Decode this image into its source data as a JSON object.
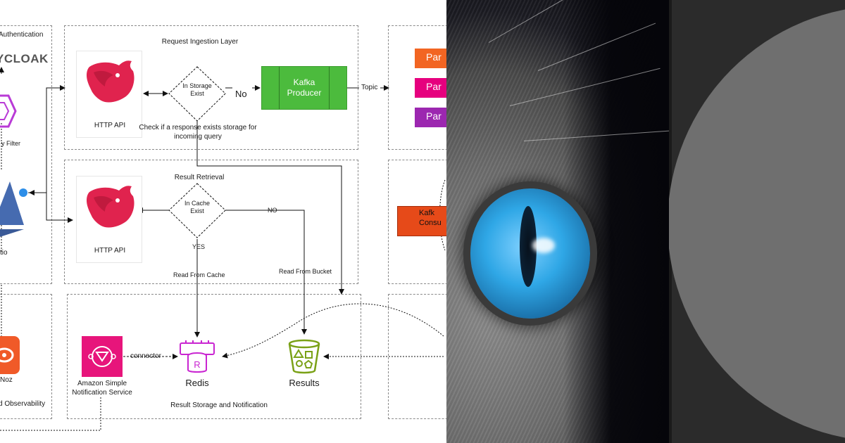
{
  "diagram": {
    "labels": {
      "authentication": "Authentication",
      "keycloak": "YCLOAK",
      "filter": "y Filter",
      "istio": "tio",
      "noz": "Noz",
      "observability": "d Observability",
      "ingestion_title": "Request Ingestion Layer",
      "http_api_1": "HTTP API",
      "in_storage": "In Storage Exist",
      "no_big": "No",
      "check_response": "Check if a response exists storage for incoming query",
      "kafka_producer": "Kafka Producer",
      "topic": "Topic",
      "partition": "Par",
      "retrieval_title": "Result Retrieval",
      "http_api_2": "HTTP API",
      "in_cache": "In Cache Exist",
      "no_small": "NO",
      "yes": "YES",
      "kafka_consumer": "Kafk Consu",
      "read_cache": "Read From Cache",
      "read_bucket": "Read From Bucket",
      "sns": "Amazon Simple Notification Service",
      "connector": "connector",
      "redis": "Redis",
      "redis_letter": "R",
      "results": "Results",
      "storage_title": "Result Storage and Notification"
    },
    "icons": {
      "nest_logo": "nestjs-logo-icon",
      "sns": "amazon-sns-icon",
      "redis": "redis-icon",
      "bucket": "s3-bucket-icon",
      "istio": "istio-sail-icon",
      "hex": "hexagon-icon",
      "eye": "eye-logo-icon"
    },
    "colors": {
      "kafka_green": "#4cbb3d",
      "nest_red": "#e0234e",
      "partition_orange": "#f26522",
      "partition_pink": "#e6007e",
      "partition_purple": "#9c27b0",
      "consumer_orange": "#e64a19",
      "sns_pink": "#e7157b",
      "redis_magenta": "#c925d1",
      "bucket_green": "#7aa116",
      "istio_blue": "#466bb0"
    }
  },
  "photo": {
    "subject": "cat-eye-photo"
  },
  "record": {
    "subject": "vinyl-disc"
  }
}
